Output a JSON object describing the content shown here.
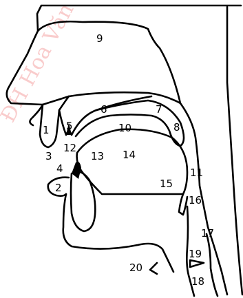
{
  "diagram": {
    "labels": [
      "1",
      "2",
      "3",
      "4",
      "5",
      "6",
      "7",
      "8",
      "9",
      "10",
      "11",
      "12",
      "13",
      "14",
      "15",
      "16",
      "17",
      "18",
      "19",
      "20"
    ]
  },
  "watermark": {
    "text": "ĐH Hoa Văn",
    "color": "#f07070"
  }
}
